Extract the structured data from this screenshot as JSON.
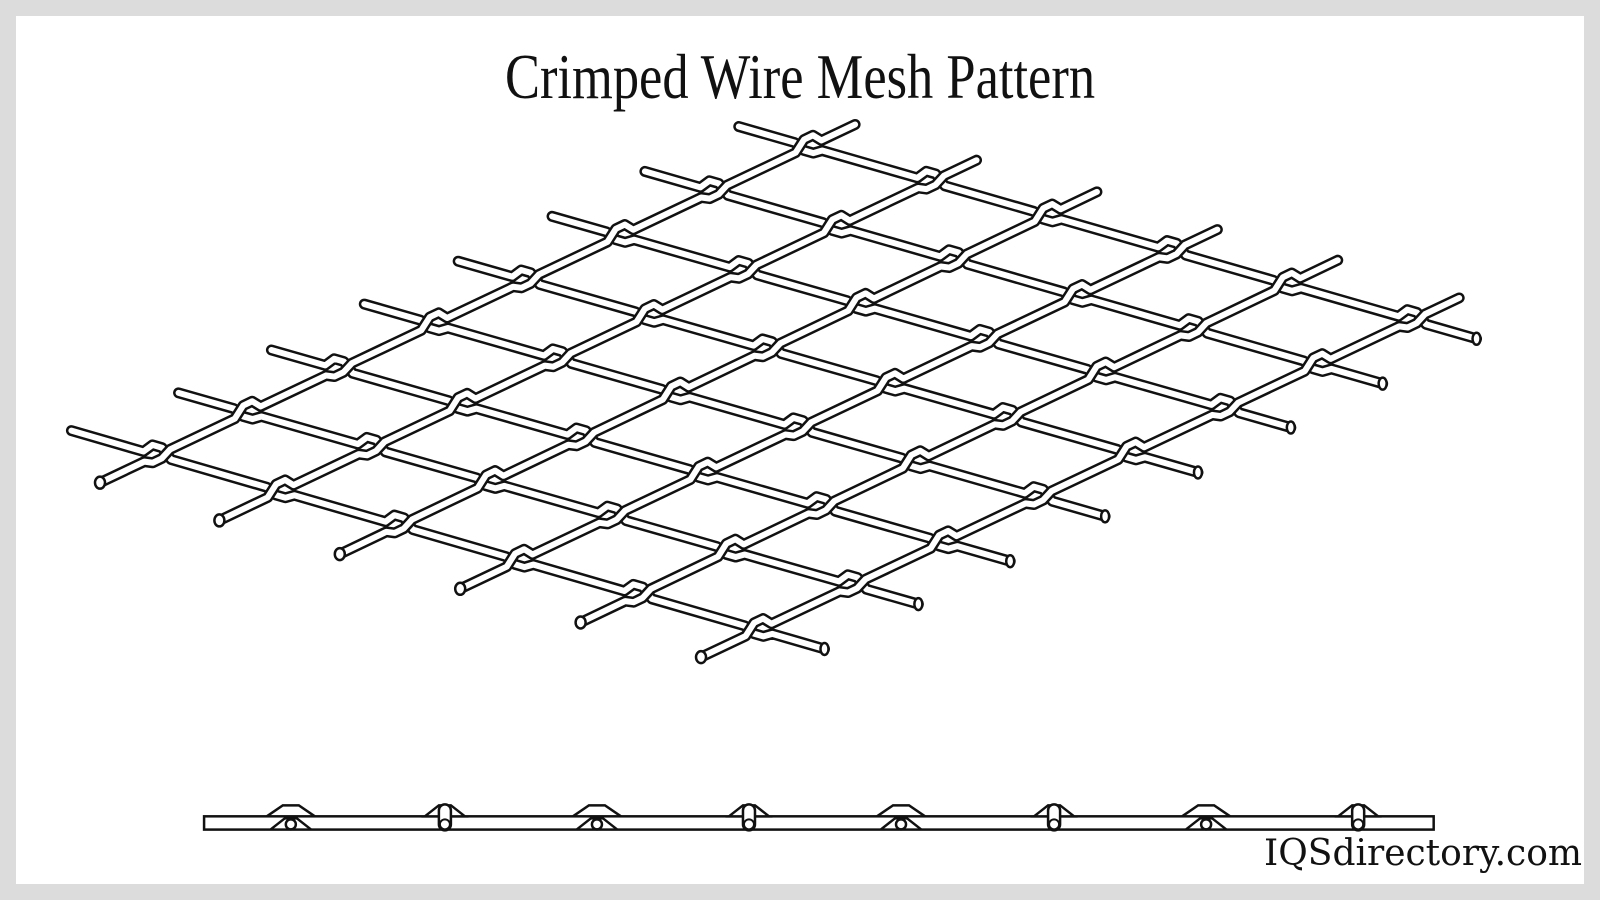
{
  "title": "Crimped Wire Mesh Pattern",
  "watermark": "IQSdirectory.com",
  "views": [
    "isometric-mesh",
    "side-profile"
  ]
}
